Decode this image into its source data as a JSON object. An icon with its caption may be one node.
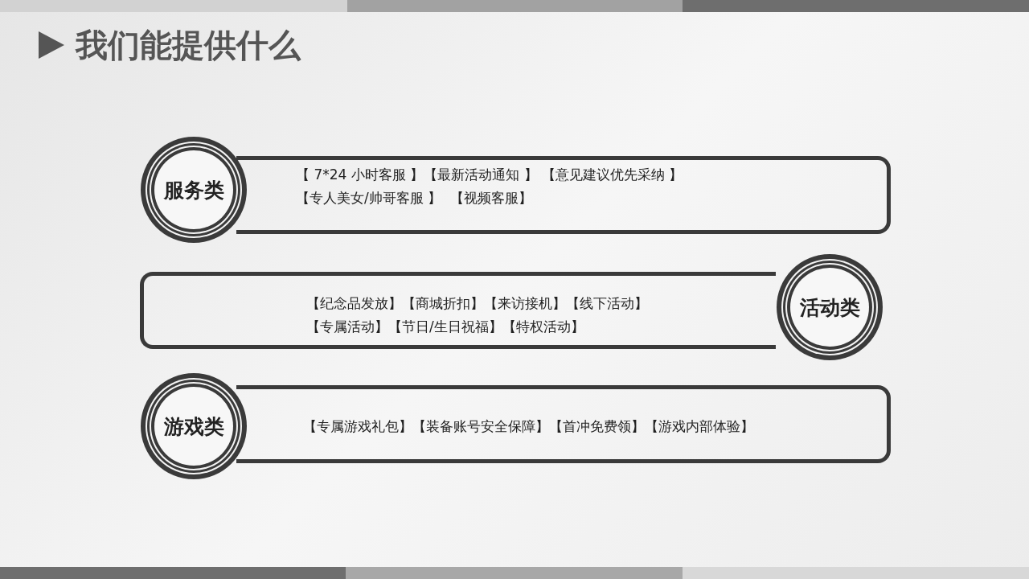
{
  "diagram": {
    "title": "我们能提供什么",
    "nodes": [
      {
        "text": [
          "服务类"
        ]
      },
      {
        "text": [
          "【 7*24 小时客服 】【最新活动通知 】 【意见建议优先采纳 】",
          "【专人美女/帅哥客服 】  【视频客服】"
        ]
      },
      {
        "text": [
          "【纪念品发放】【商城折扣】【来访接机】【线下活动】",
          "【专属活动】【节日/生日祝福】【特权活动】"
        ]
      },
      {
        "text": [
          "活动类"
        ]
      },
      {
        "text": [
          "游戏类"
        ]
      },
      {
        "text": [
          "【专属游戏礼包】【装备账号安全保障】【首冲免费领】【游戏内部体验】"
        ]
      }
    ],
    "edges": []
  }
}
